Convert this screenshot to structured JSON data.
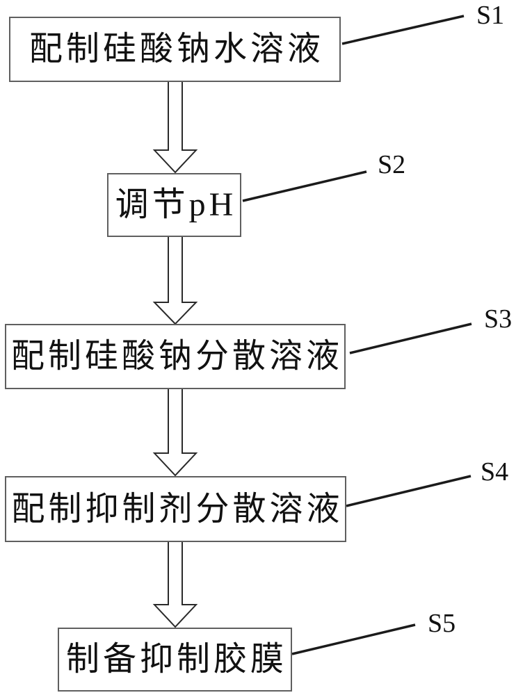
{
  "figure": {
    "type": "flowchart",
    "direction": "top-down",
    "colors": {
      "background": "#ffffff",
      "box_border": "#5f5f5f",
      "connector_line": "#1b1b1b",
      "text": "#111111"
    }
  },
  "steps": [
    {
      "tag": "S1",
      "label": "配制硅酸钠水溶液"
    },
    {
      "tag": "S2",
      "label": "调节pH"
    },
    {
      "tag": "S3",
      "label": "配制硅酸钠分散溶液"
    },
    {
      "tag": "S4",
      "label": "配制抑制剂分散溶液"
    },
    {
      "tag": "S5",
      "label": "制备抑制胶膜"
    }
  ],
  "connections": [
    {
      "from": "S1",
      "to": "S2",
      "style": "hollow-arrow-down"
    },
    {
      "from": "S2",
      "to": "S3",
      "style": "hollow-arrow-down"
    },
    {
      "from": "S3",
      "to": "S4",
      "style": "hollow-arrow-down"
    },
    {
      "from": "S4",
      "to": "S5",
      "style": "hollow-arrow-down"
    }
  ]
}
